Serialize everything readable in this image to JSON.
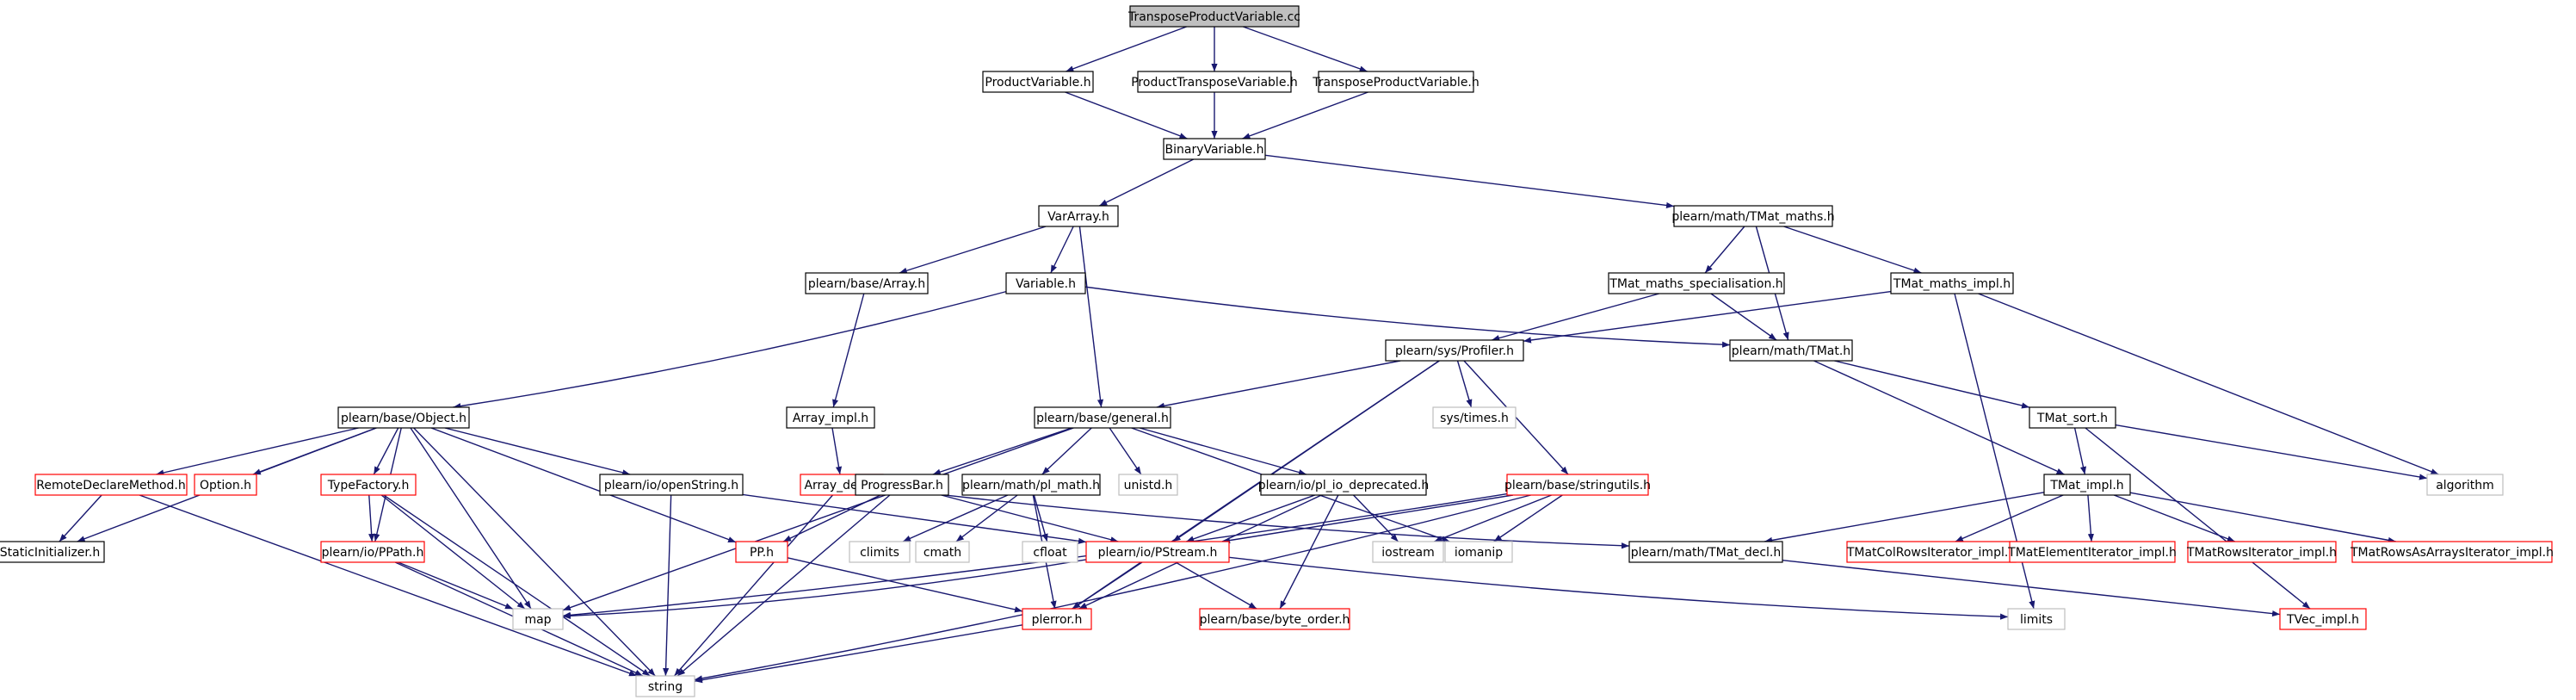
{
  "colors": {
    "edge": "#191970",
    "box_black": "#000000",
    "box_red": "#ff0000",
    "box_gray": "#bfbfbf",
    "root_fill": "#bfbfbf",
    "fill": "#ffffff",
    "text": "#000000"
  },
  "nodes": [
    {
      "id": "root",
      "label": "TransposeProductVariable.cc",
      "style": "root"
    },
    {
      "id": "productvar",
      "label": "ProductVariable.h",
      "style": "black"
    },
    {
      "id": "prodtransvar",
      "label": "ProductTransposeVariable.h",
      "style": "black"
    },
    {
      "id": "transprodvar",
      "label": "TransposeProductVariable.h",
      "style": "black"
    },
    {
      "id": "binaryvar",
      "label": "BinaryVariable.h",
      "style": "black"
    },
    {
      "id": "vararray",
      "label": "VarArray.h",
      "style": "black"
    },
    {
      "id": "tmatmaths",
      "label": "plearn/math/TMat_maths.h",
      "style": "black"
    },
    {
      "id": "basearray",
      "label": "plearn/base/Array.h",
      "style": "black"
    },
    {
      "id": "variable",
      "label": "Variable.h",
      "style": "black"
    },
    {
      "id": "tmatspec",
      "label": "TMat_maths_specialisation.h",
      "style": "black"
    },
    {
      "id": "tmatmathsimpl",
      "label": "TMat_maths_impl.h",
      "style": "black"
    },
    {
      "id": "profiler",
      "label": "plearn/sys/Profiler.h",
      "style": "black"
    },
    {
      "id": "tmat",
      "label": "plearn/math/TMat.h",
      "style": "black"
    },
    {
      "id": "object",
      "label": "plearn/base/Object.h",
      "style": "black"
    },
    {
      "id": "arrayimpl",
      "label": "Array_impl.h",
      "style": "black"
    },
    {
      "id": "general",
      "label": "plearn/base/general.h",
      "style": "black"
    },
    {
      "id": "systimes",
      "label": "sys/times.h",
      "style": "gray"
    },
    {
      "id": "tmatsort",
      "label": "TMat_sort.h",
      "style": "black"
    },
    {
      "id": "remotedecl",
      "label": "RemoteDeclareMethod.h",
      "style": "red"
    },
    {
      "id": "option",
      "label": "Option.h",
      "style": "red"
    },
    {
      "id": "typefactory",
      "label": "TypeFactory.h",
      "style": "red"
    },
    {
      "id": "openstring",
      "label": "plearn/io/openString.h",
      "style": "black"
    },
    {
      "id": "arraydecl",
      "label": "Array_decl.h",
      "style": "red"
    },
    {
      "id": "progressbar",
      "label": "ProgressBar.h",
      "style": "black"
    },
    {
      "id": "plmath",
      "label": "plearn/math/pl_math.h",
      "style": "black"
    },
    {
      "id": "unistd",
      "label": "unistd.h",
      "style": "gray"
    },
    {
      "id": "pliodep",
      "label": "plearn/io/pl_io_deprecated.h",
      "style": "black"
    },
    {
      "id": "stringutils",
      "label": "plearn/base/stringutils.h",
      "style": "red"
    },
    {
      "id": "tmatimpl",
      "label": "TMat_impl.h",
      "style": "black"
    },
    {
      "id": "algorithm",
      "label": "algorithm",
      "style": "gray"
    },
    {
      "id": "staticinit",
      "label": "StaticInitializer.h",
      "style": "black"
    },
    {
      "id": "ppath",
      "label": "plearn/io/PPath.h",
      "style": "red"
    },
    {
      "id": "pph",
      "label": "PP.h",
      "style": "red"
    },
    {
      "id": "climits",
      "label": "climits",
      "style": "gray"
    },
    {
      "id": "cmath",
      "label": "cmath",
      "style": "gray"
    },
    {
      "id": "cfloat",
      "label": "cfloat",
      "style": "gray"
    },
    {
      "id": "pstream",
      "label": "plearn/io/PStream.h",
      "style": "red"
    },
    {
      "id": "iostream",
      "label": "iostream",
      "style": "gray"
    },
    {
      "id": "iomanip",
      "label": "iomanip",
      "style": "gray"
    },
    {
      "id": "tmatdecl",
      "label": "plearn/math/TMat_decl.h",
      "style": "black"
    },
    {
      "id": "colrows",
      "label": "TMatColRowsIterator_impl.h",
      "style": "red"
    },
    {
      "id": "elemiter",
      "label": "TMatElementIterator_impl.h",
      "style": "red"
    },
    {
      "id": "rowsiter",
      "label": "TMatRowsIterator_impl.h",
      "style": "red"
    },
    {
      "id": "rowsarrays",
      "label": "TMatRowsAsArraysIterator_impl.h",
      "style": "red"
    },
    {
      "id": "map",
      "label": "map",
      "style": "gray"
    },
    {
      "id": "plerror",
      "label": "plerror.h",
      "style": "red"
    },
    {
      "id": "byteorder",
      "label": "plearn/base/byte_order.h",
      "style": "red"
    },
    {
      "id": "limits",
      "label": "limits",
      "style": "gray"
    },
    {
      "id": "tvecimpl",
      "label": "TVec_impl.h",
      "style": "red"
    },
    {
      "id": "string",
      "label": "string",
      "style": "gray"
    }
  ],
  "edges": [
    [
      "root",
      "productvar"
    ],
    [
      "root",
      "prodtransvar"
    ],
    [
      "root",
      "transprodvar"
    ],
    [
      "productvar",
      "binaryvar"
    ],
    [
      "prodtransvar",
      "binaryvar"
    ],
    [
      "transprodvar",
      "binaryvar"
    ],
    [
      "binaryvar",
      "vararray"
    ],
    [
      "binaryvar",
      "tmatmaths"
    ],
    [
      "vararray",
      "basearray"
    ],
    [
      "vararray",
      "variable"
    ],
    [
      "vararray",
      "general"
    ],
    [
      "tmatmaths",
      "tmatspec"
    ],
    [
      "tmatmaths",
      "tmatmathsimpl"
    ],
    [
      "tmatmaths",
      "tmat"
    ],
    [
      "basearray",
      "arrayimpl"
    ],
    [
      "variable",
      "object"
    ],
    [
      "variable",
      "tmat"
    ],
    [
      "tmatspec",
      "profiler"
    ],
    [
      "tmatspec",
      "tmat"
    ],
    [
      "tmatmathsimpl",
      "profiler"
    ],
    [
      "tmatmathsimpl",
      "algorithm"
    ],
    [
      "tmatmathsimpl",
      "limits"
    ],
    [
      "profiler",
      "general"
    ],
    [
      "profiler",
      "systimes"
    ],
    [
      "profiler",
      "stringutils"
    ],
    [
      "profiler",
      "pstream"
    ],
    [
      "profiler",
      "plerror"
    ],
    [
      "tmat",
      "tmatsort"
    ],
    [
      "tmat",
      "tmatimpl"
    ],
    [
      "object",
      "staticinit"
    ],
    [
      "object",
      "remotedecl"
    ],
    [
      "object",
      "option"
    ],
    [
      "object",
      "typefactory"
    ],
    [
      "object",
      "ppath"
    ],
    [
      "object",
      "openstring"
    ],
    [
      "object",
      "pph"
    ],
    [
      "object",
      "map"
    ],
    [
      "object",
      "string"
    ],
    [
      "arrayimpl",
      "arraydecl"
    ],
    [
      "general",
      "map"
    ],
    [
      "general",
      "progressbar"
    ],
    [
      "general",
      "plmath"
    ],
    [
      "general",
      "unistd"
    ],
    [
      "general",
      "pliodep"
    ],
    [
      "general",
      "iomanip"
    ],
    [
      "tmatsort",
      "tmatimpl"
    ],
    [
      "tmatsort",
      "algorithm"
    ],
    [
      "tmatsort",
      "tvecimpl"
    ],
    [
      "remotedecl",
      "staticinit"
    ],
    [
      "remotedecl",
      "string"
    ],
    [
      "typefactory",
      "ppath"
    ],
    [
      "typefactory",
      "map"
    ],
    [
      "typefactory",
      "string"
    ],
    [
      "openstring",
      "pstream"
    ],
    [
      "openstring",
      "string"
    ],
    [
      "arraydecl",
      "string"
    ],
    [
      "arraydecl",
      "tmatdecl"
    ],
    [
      "progressbar",
      "pph"
    ],
    [
      "progressbar",
      "pstream"
    ],
    [
      "progressbar",
      "string"
    ],
    [
      "plmath",
      "climits"
    ],
    [
      "plmath",
      "cmath"
    ],
    [
      "plmath",
      "cfloat"
    ],
    [
      "plmath",
      "plerror"
    ],
    [
      "pliodep",
      "pstream"
    ],
    [
      "pliodep",
      "iostream"
    ],
    [
      "pliodep",
      "byteorder"
    ],
    [
      "pliodep",
      "plerror"
    ],
    [
      "stringutils",
      "pstream"
    ],
    [
      "stringutils",
      "iostream"
    ],
    [
      "stringutils",
      "iomanip"
    ],
    [
      "stringutils",
      "map"
    ],
    [
      "stringutils",
      "string"
    ],
    [
      "tmatimpl",
      "tmatdecl"
    ],
    [
      "tmatimpl",
      "colrows"
    ],
    [
      "tmatimpl",
      "elemiter"
    ],
    [
      "tmatimpl",
      "rowsiter"
    ],
    [
      "tmatimpl",
      "rowsarrays"
    ],
    [
      "ppath",
      "map"
    ],
    [
      "ppath",
      "string"
    ],
    [
      "pph",
      "plerror"
    ],
    [
      "pstream",
      "map"
    ],
    [
      "pstream",
      "plerror"
    ],
    [
      "pstream",
      "byteorder"
    ],
    [
      "pstream",
      "limits"
    ],
    [
      "tmatdecl",
      "tvecimpl"
    ],
    [
      "plerror",
      "string"
    ]
  ]
}
